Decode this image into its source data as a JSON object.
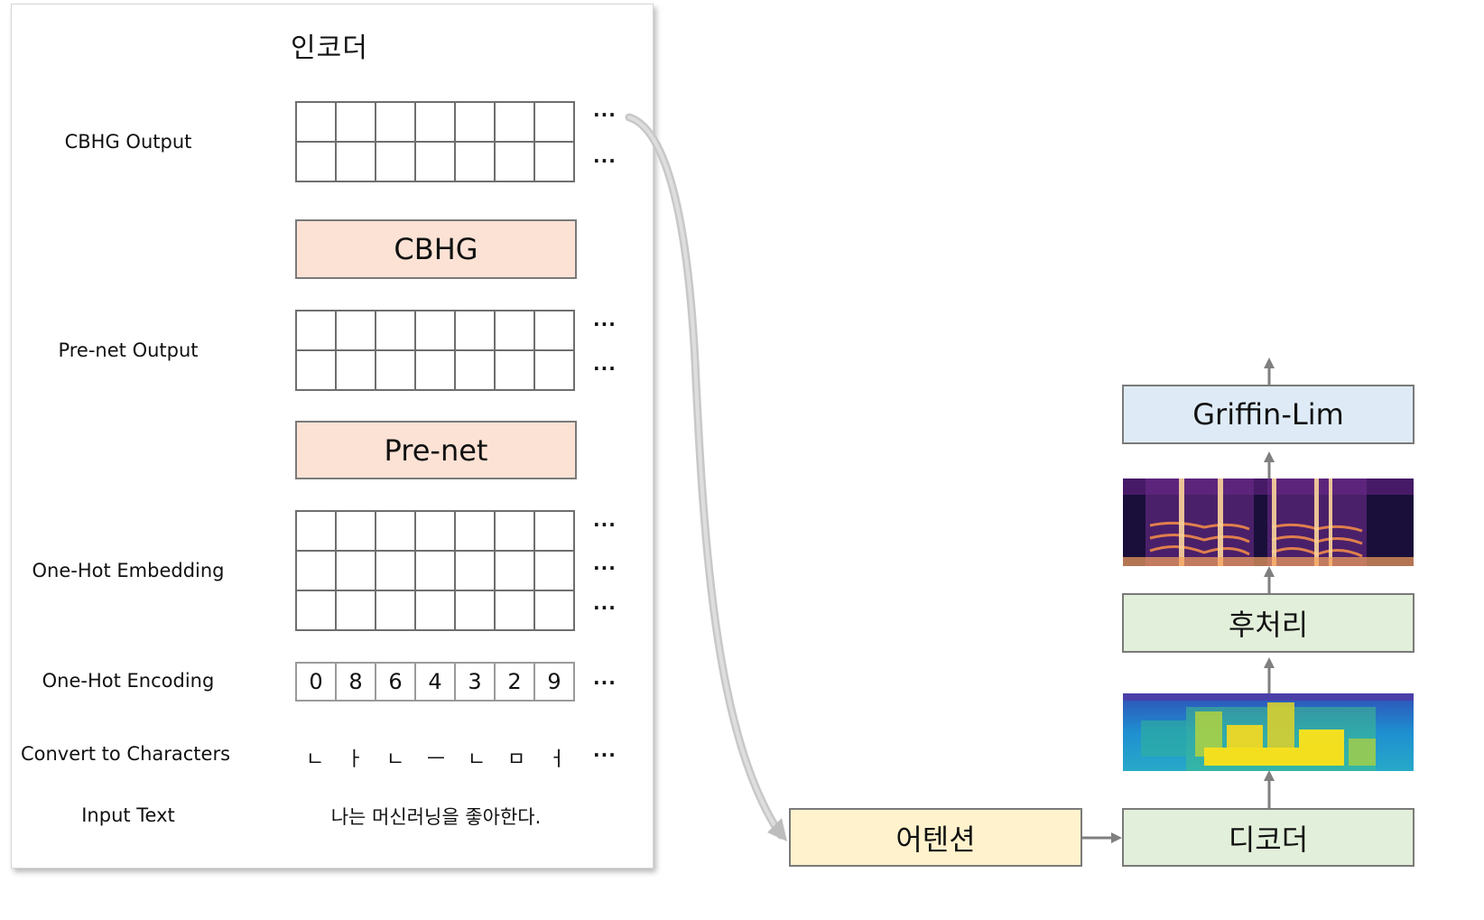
{
  "encoder": {
    "title": "인코더",
    "labels": {
      "cbhg_output": "CBHG Output",
      "prenet_output": "Pre-net Output",
      "onehot_embedding": "One-Hot Embedding",
      "onehot_encoding": "One-Hot Encoding",
      "convert_chars": "Convert to Characters",
      "input_text": "Input Text"
    },
    "cbhg_box": "CBHG",
    "prenet_box": "Pre-net",
    "encoding_values": [
      "0",
      "8",
      "6",
      "4",
      "3",
      "2",
      "9"
    ],
    "characters": [
      "ㄴ",
      "ㅏ",
      "ㄴ",
      "ㅡ",
      "ㄴ",
      "ㅁ",
      "ㅓ"
    ],
    "input_sentence": "나는 머신러닝을 좋아한다.",
    "ellipsis": "···"
  },
  "pipeline": {
    "attention": "어텐션",
    "decoder": "디코더",
    "postprocess": "후처리",
    "griffin_lim": "Griffin-Lim"
  },
  "colors": {
    "peach": "#fbe2d5",
    "yellow": "#fff2cc",
    "green": "#e2efda",
    "blue": "#deebf7",
    "arrow": "#7f7f7f"
  }
}
